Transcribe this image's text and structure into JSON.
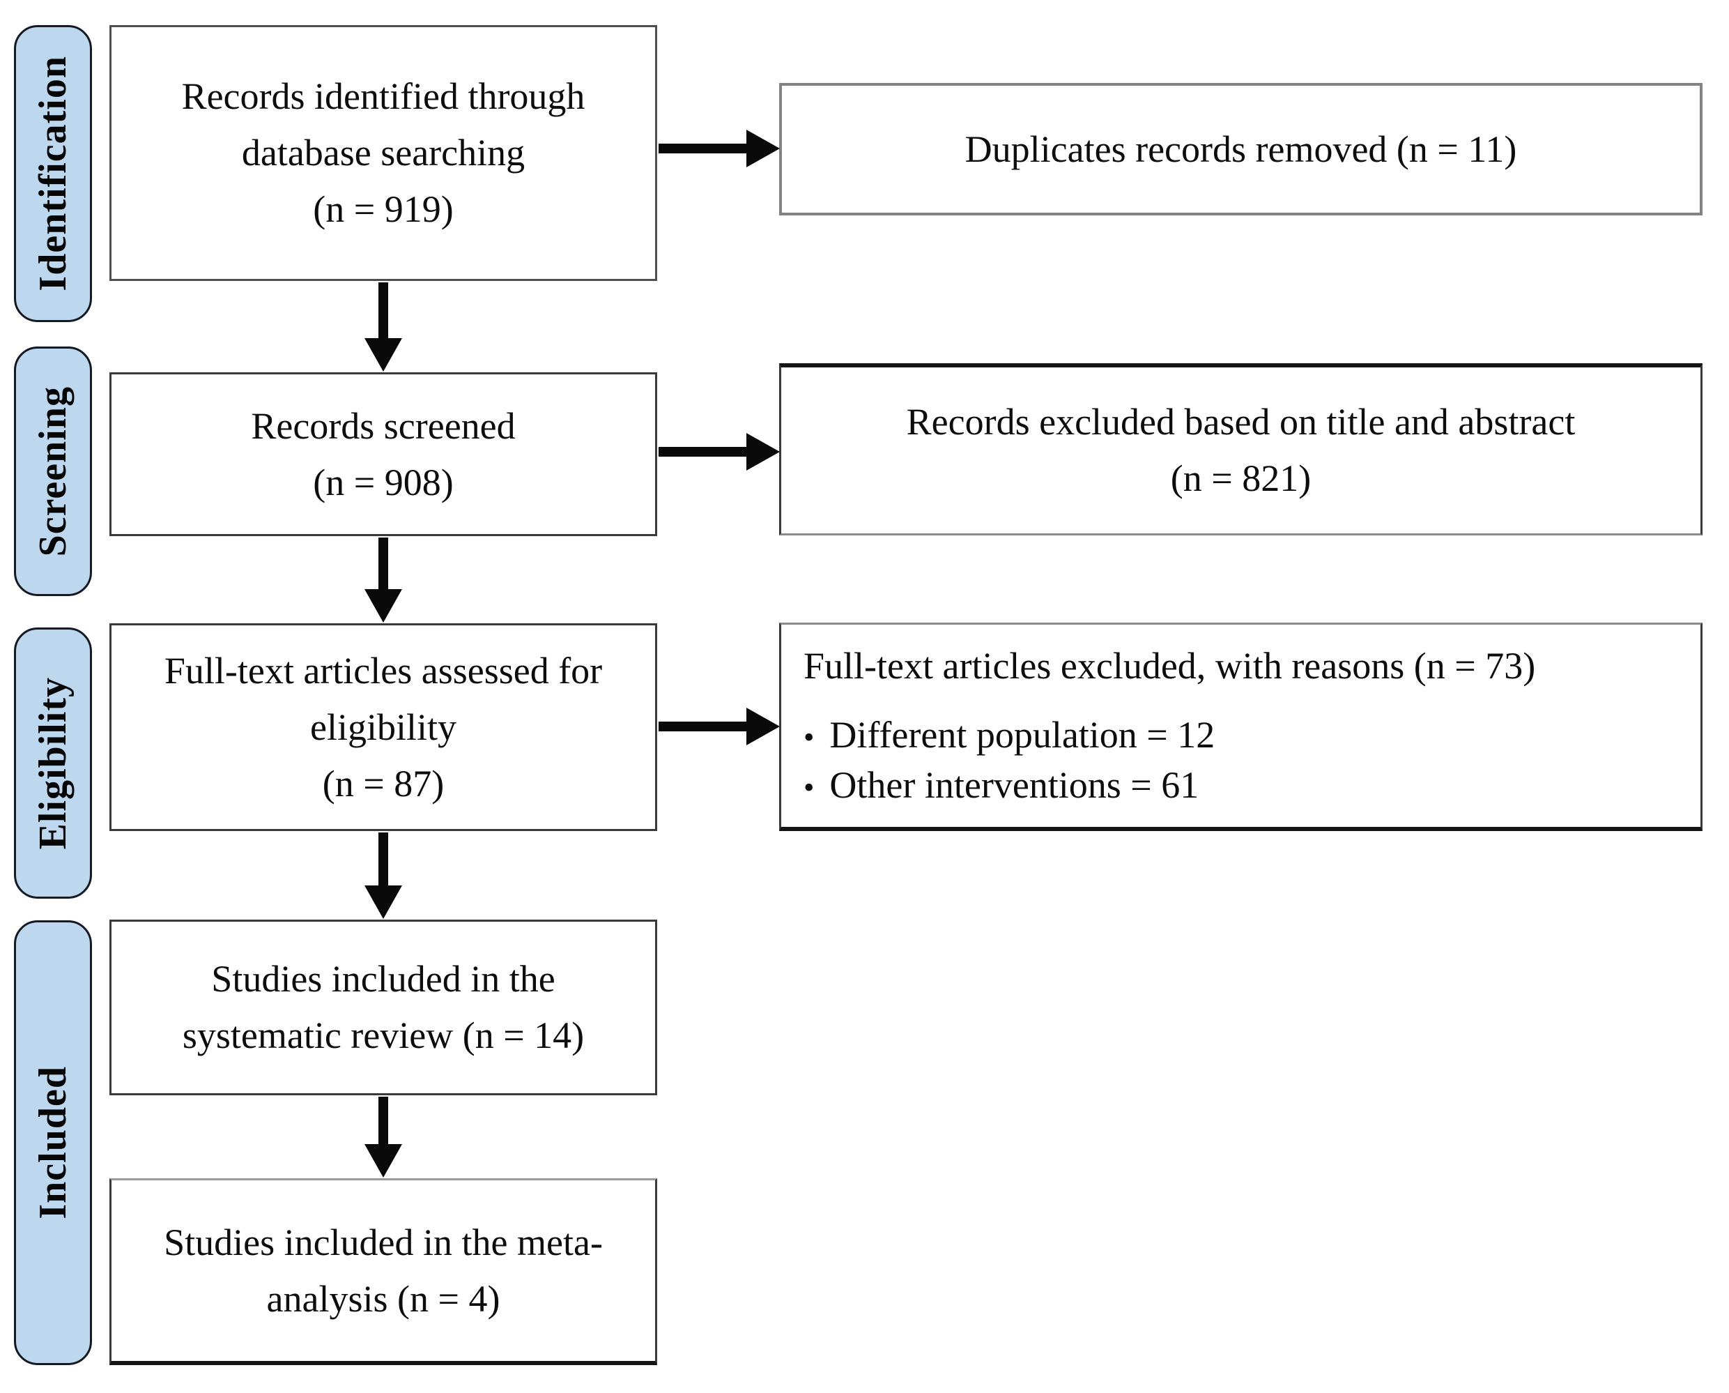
{
  "diagram": {
    "background": "#ffffff",
    "stage_fill": "#bdd7ee",
    "stages": {
      "identification": "Identification",
      "screening": "Screening",
      "eligibility": "Eligibility",
      "included": "Included"
    },
    "boxes": {
      "records_identified": "Records identified through\ndatabase searching\n(n = 919)",
      "duplicates_removed": "Duplicates records removed (n = 11)",
      "records_screened": "Records screened\n(n = 908)",
      "records_excluded": "Records excluded based on title and abstract\n(n = 821)",
      "fulltext_assessed": "Full-text articles assessed for\neligibility\n(n = 87)",
      "fulltext_excluded": {
        "title": "Full-text articles excluded, with reasons (n = 73)",
        "bullet": "•",
        "reasons": [
          "Different population = 12",
          "Other interventions = 61"
        ]
      },
      "included_systematic_review": "Studies included in the\nsystematic review (n = 14)",
      "included_meta_analysis": "Studies included in the meta-\nanalysis (n = 4)"
    }
  }
}
